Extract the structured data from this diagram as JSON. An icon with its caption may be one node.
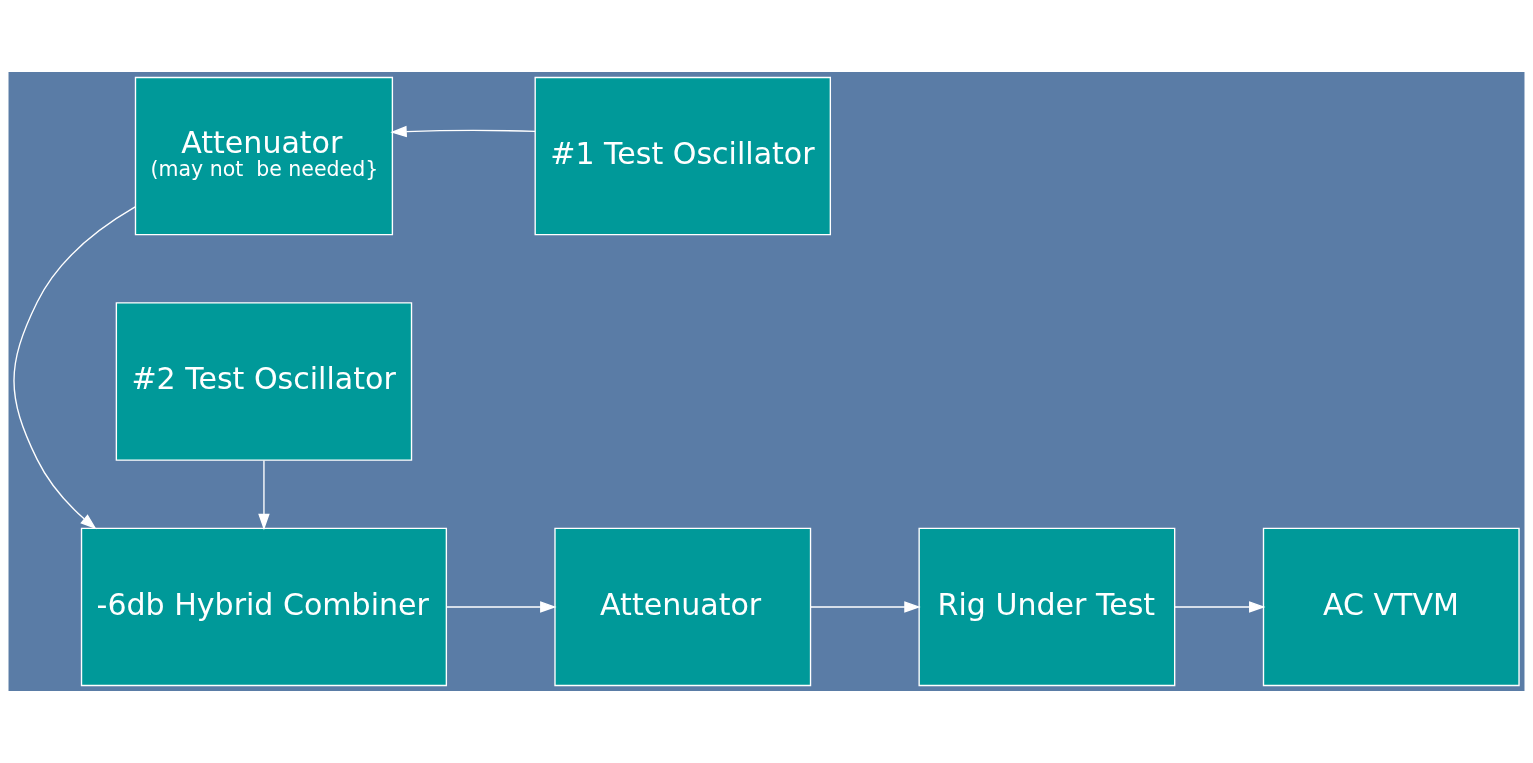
{
  "diagram": {
    "nodes": [
      {
        "text": [
          "Attenuator",
          "(may not  be needed}"
        ]
      },
      {
        "text": [
          "#1 Test Oscillator"
        ]
      },
      {
        "text": [
          "-6db Hybrid Combiner"
        ]
      },
      {
        "text": [
          "Attenuator"
        ]
      },
      {
        "text": [
          "Rig Under Test"
        ]
      },
      {
        "text": [
          "AC VTVM"
        ]
      },
      {
        "text": [
          "#2 Test Oscillator"
        ]
      }
    ],
    "edges": [
      {
        "from": 1,
        "to": 0,
        "arrow": "to"
      },
      {
        "from": 0,
        "to": 2,
        "arrow": "to"
      },
      {
        "from": 6,
        "to": 2,
        "arrow": "to"
      },
      {
        "from": 2,
        "to": 3,
        "arrow": "to"
      },
      {
        "from": 3,
        "to": 4,
        "arrow": "to"
      },
      {
        "from": 4,
        "to": 5,
        "arrow": "to"
      }
    ]
  }
}
